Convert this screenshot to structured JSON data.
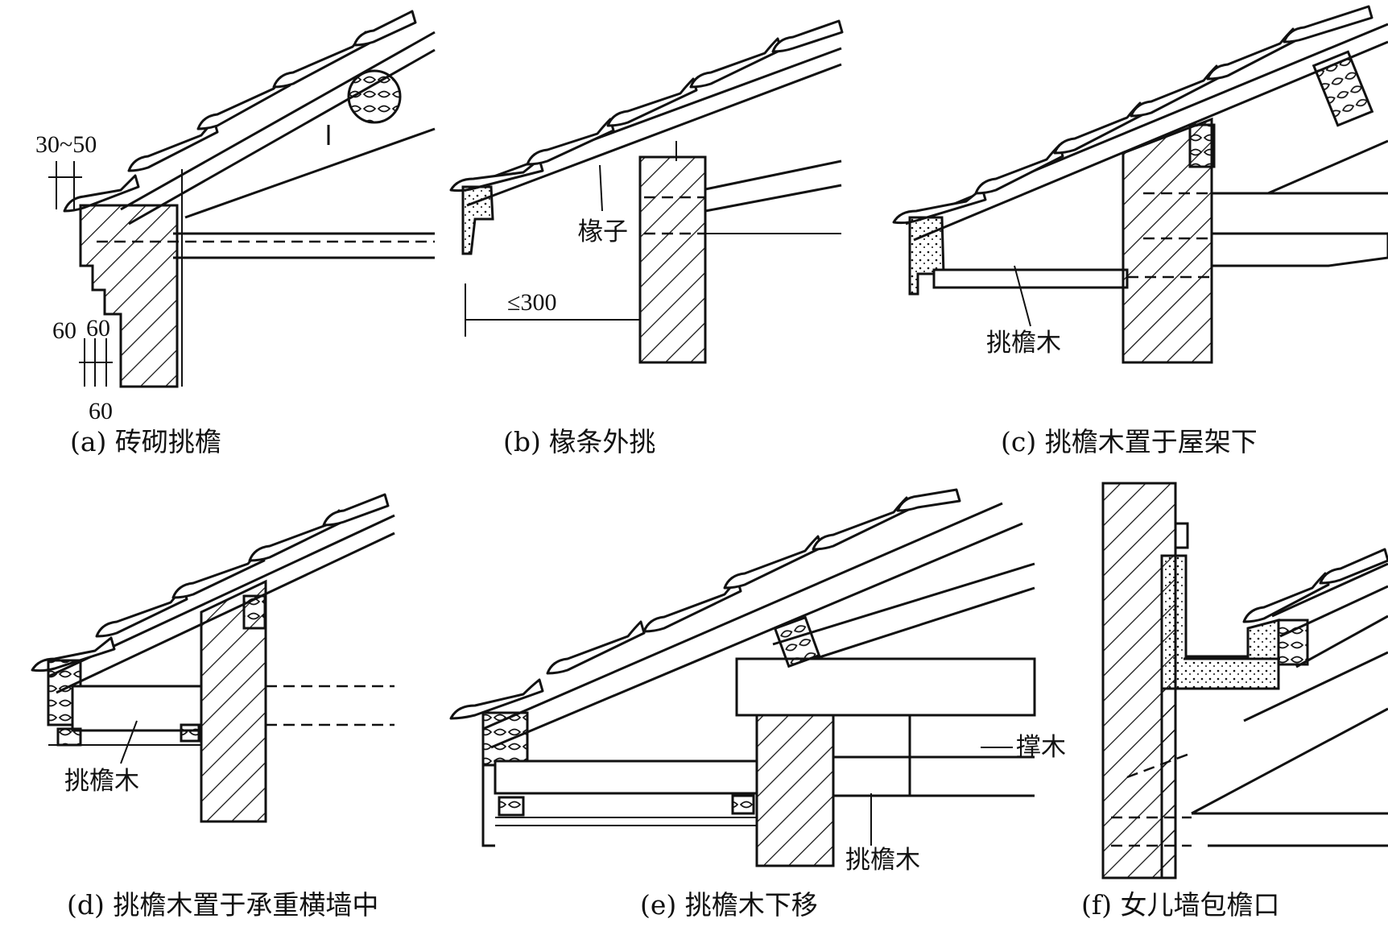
{
  "panels": [
    {
      "id": "a",
      "caption": "(a) 砖砌挑檐",
      "labels": [],
      "dimensions": [
        "30~50",
        "60",
        "60",
        "60"
      ]
    },
    {
      "id": "b",
      "caption": "(b) 椽条外挑",
      "labels": [
        "椽子"
      ],
      "dimensions": [
        "≤300"
      ]
    },
    {
      "id": "c",
      "caption": "(c) 挑檐木置于屋架下",
      "labels": [
        "挑檐木"
      ],
      "dimensions": []
    },
    {
      "id": "d",
      "caption": "(d) 挑檐木置于承重横墙中",
      "labels": [
        "挑檐木"
      ],
      "dimensions": []
    },
    {
      "id": "e",
      "caption": "(e) 挑檐木下移",
      "labels": [
        "撑木",
        "挑檐木"
      ],
      "dimensions": []
    },
    {
      "id": "f",
      "caption": "(f) 女儿墙包檐口",
      "labels": [],
      "dimensions": []
    }
  ]
}
